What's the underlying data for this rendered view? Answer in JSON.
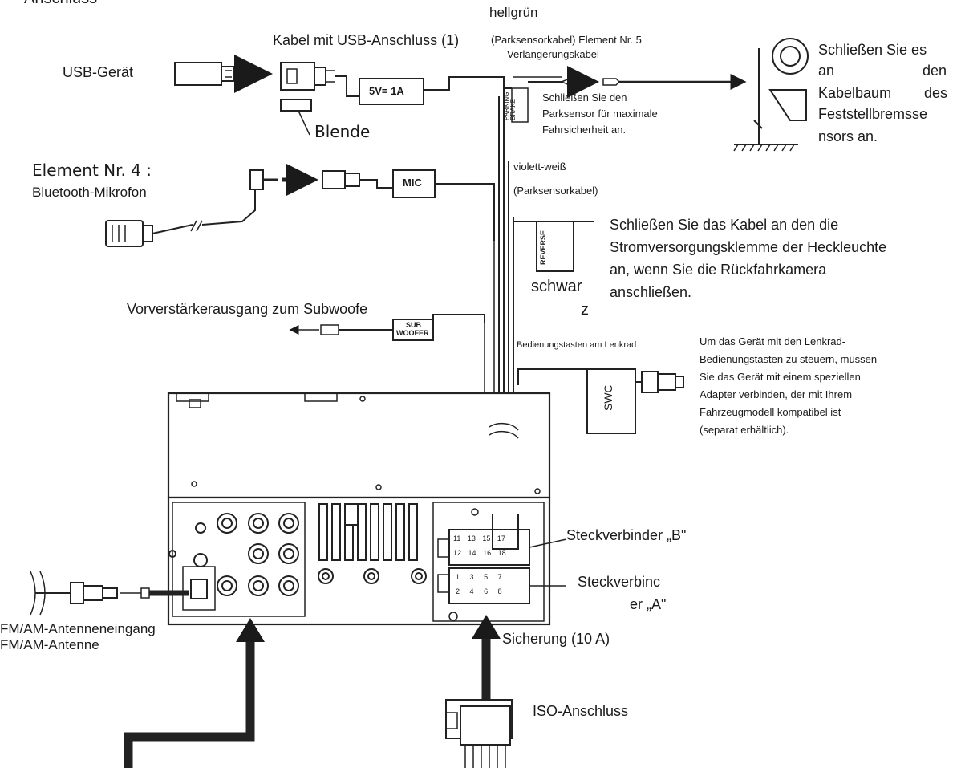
{
  "header": {
    "cut_title": "Anschluss"
  },
  "top_color": "hellgrün",
  "usb": {
    "device": "USB-Gerät",
    "cable": "Kabel mit USB-Anschluss (1)",
    "power_box": "5V= 1A",
    "cover": "Blende"
  },
  "park_cable": {
    "line1": "(Parksensorkabel) Element Nr. 5",
    "line2": "Verlängerungskabel",
    "box": "PARKING BRAKE",
    "note1": "Schließen Sie den",
    "note2": "Parksensor für maximale",
    "note3": "Fahrsicherheit an."
  },
  "brake_note": {
    "l1a": "Schließen Sie es",
    "l2a": "an",
    "l2b": "den",
    "l3a": "Kabelbaum",
    "l3b": "des",
    "l4": "Feststellbremsse",
    "l5": "nsors an."
  },
  "mic": {
    "title1": "Element Nr. 4 :",
    "title2": "Bluetooth-Mikrofon",
    "box": "MIC"
  },
  "violet": {
    "l1": "violett-weiß",
    "l2": "(Parksensorkabel)"
  },
  "reverse": {
    "box": "REVERSE",
    "note1": "Schließen Sie das Kabel an den die",
    "note2": "Stromversorgungsklemme der Heckleuchte",
    "note3": "an, wenn Sie die Rückfahrkamera",
    "note4": "anschließen.",
    "color1": "schwar",
    "color2": "z"
  },
  "sub": {
    "label": "Vorverstärkerausgang zum Subwoofe",
    "box1": "SUB",
    "box2": "WOOFER"
  },
  "swc": {
    "caption": "Bedienungstasten am Lenkrad",
    "box": "SWC",
    "note1": "Um das Gerät mit den Lenkrad-",
    "note2": "Bedienungstasten zu steuern, müssen",
    "note3": "Sie das Gerät mit einem speziellen",
    "note4": "Adapter verbinden, der mit Ihrem",
    "note5": "Fahrzeugmodell kompatibel ist",
    "note6": "(separat erhältlich)."
  },
  "connectors": {
    "b": "Steckverbinder „B\"",
    "a1": "Steckverbinc",
    "a2": "er „A\"",
    "pins_b_top": [
      "11",
      "13",
      "15",
      "17"
    ],
    "pins_b_bot": [
      "12",
      "14",
      "16",
      "18"
    ],
    "pins_a_top": [
      "1",
      "3",
      "5",
      "7"
    ],
    "pins_a_bot": [
      "2",
      "4",
      "6",
      "8"
    ]
  },
  "antenna": {
    "l1": "FM/AM-Antenneneingang",
    "l2": "FM/AM-Antenne"
  },
  "fuse": "Sicherung (10 A)",
  "iso": "ISO-Anschluss",
  "rca_labels": [
    "",
    "",
    "",
    "",
    "",
    ""
  ]
}
